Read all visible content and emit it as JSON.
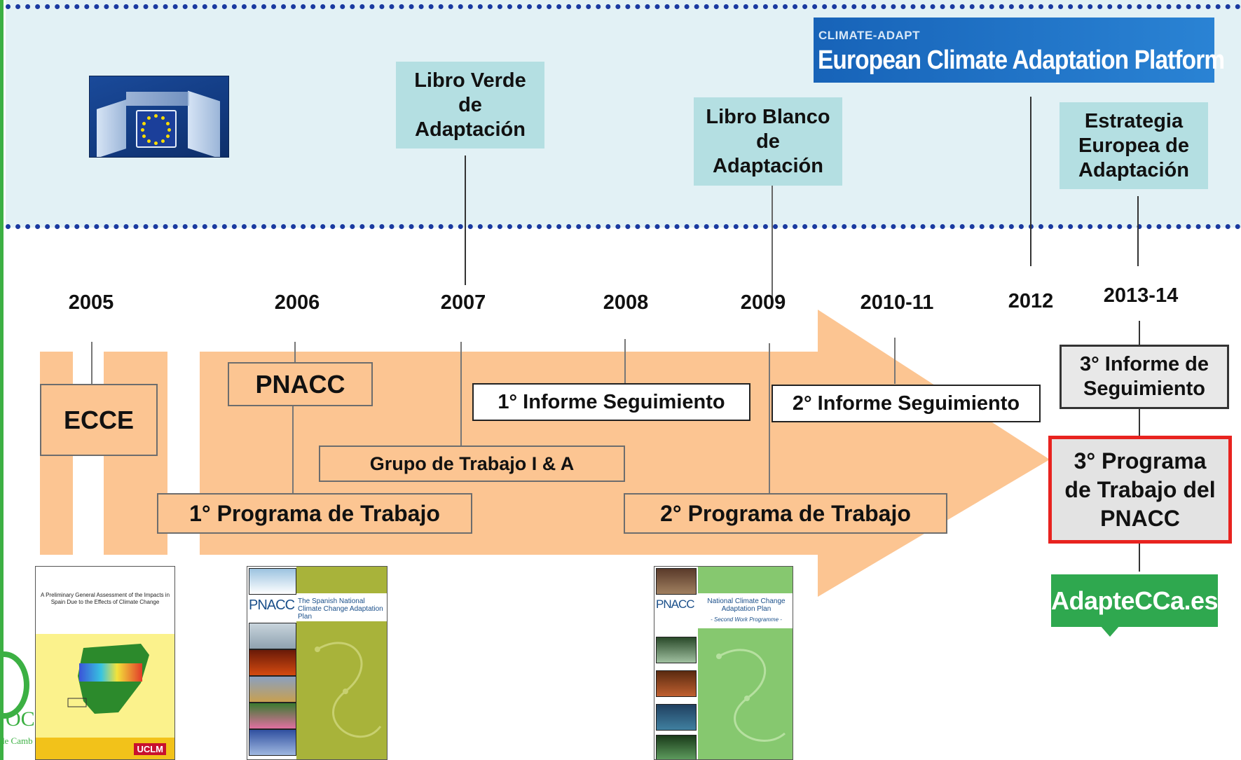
{
  "eu": {
    "libro_verde": "Libro Verde de Adaptación",
    "libro_blanco": "Libro Blanco de Adaptación",
    "estrategia": "Estrategia Europea de Adaptación",
    "climate_adapt_small": "CLIMATE-ADAPT",
    "climate_adapt_big": "European Climate Adaptation Platform"
  },
  "years": [
    "2005",
    "2006",
    "2007",
    "2008",
    "2009",
    "2010-11",
    "2012",
    "2013-14"
  ],
  "timeline": {
    "ecce": "ECCE",
    "pnacc": "PNACC",
    "informe1": "1° Informe Seguimiento",
    "informe2": "2° Informe Seguimiento",
    "grupo": "Grupo de Trabajo I & A",
    "programa1": "1° Programa de Trabajo",
    "programa2": "2° Programa de Trabajo",
    "informe3": "3° Informe de Seguimiento",
    "programa3": "3° Programa de Trabajo del PNACC",
    "adaptecca": "AdapteCCa.es"
  },
  "covers": {
    "ecce_title": "A Preliminary General Assessment of the Impacts in Spain Due to the Effects of Climate Change",
    "ecce_logo": "UCLM",
    "pnacc1_logo": "PNACC",
    "pnacc1_title": "The Spanish National Climate Change Adaptation Plan",
    "pnacc2_logo": "PNACC",
    "pnacc2_title": "National Climate Change Adaptation Plan",
    "pnacc2_sub": "- Second Work Programme -"
  },
  "partial_logo": {
    "letters": "OC",
    "sub": "de Camb"
  },
  "colors": {
    "eu_band": "#e2f1f5",
    "dots": "#1a3aa0",
    "arrow": "#fcc592",
    "teal_box": "#b4dfe2",
    "red_border": "#e8231f",
    "adaptecca_green": "#2fa84f"
  }
}
